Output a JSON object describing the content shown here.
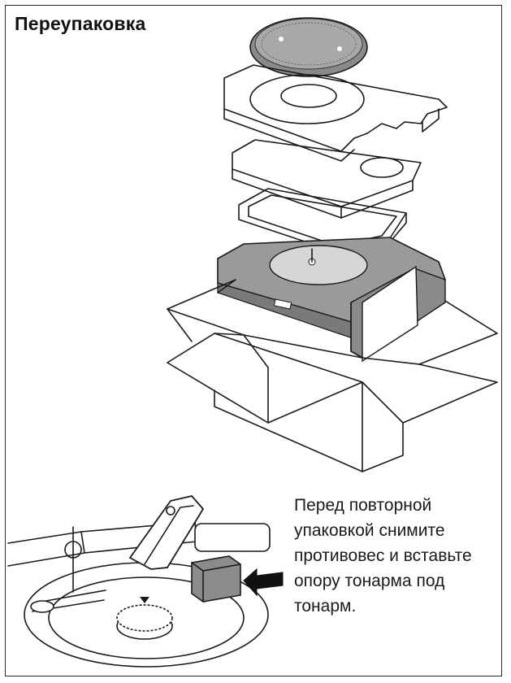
{
  "page": {
    "title": "Переупаковка",
    "instruction_lines": [
      "Перед повторной",
      "упаковкой снимите",
      "противовес и вставьте",
      "опору тонарма под",
      "тонарм."
    ]
  },
  "illustrations": {
    "packing": "exploded-packing-diagram",
    "tonearm": "tonearm-support-insertion-diagram",
    "arrow": "insert-arrow-icon"
  }
}
